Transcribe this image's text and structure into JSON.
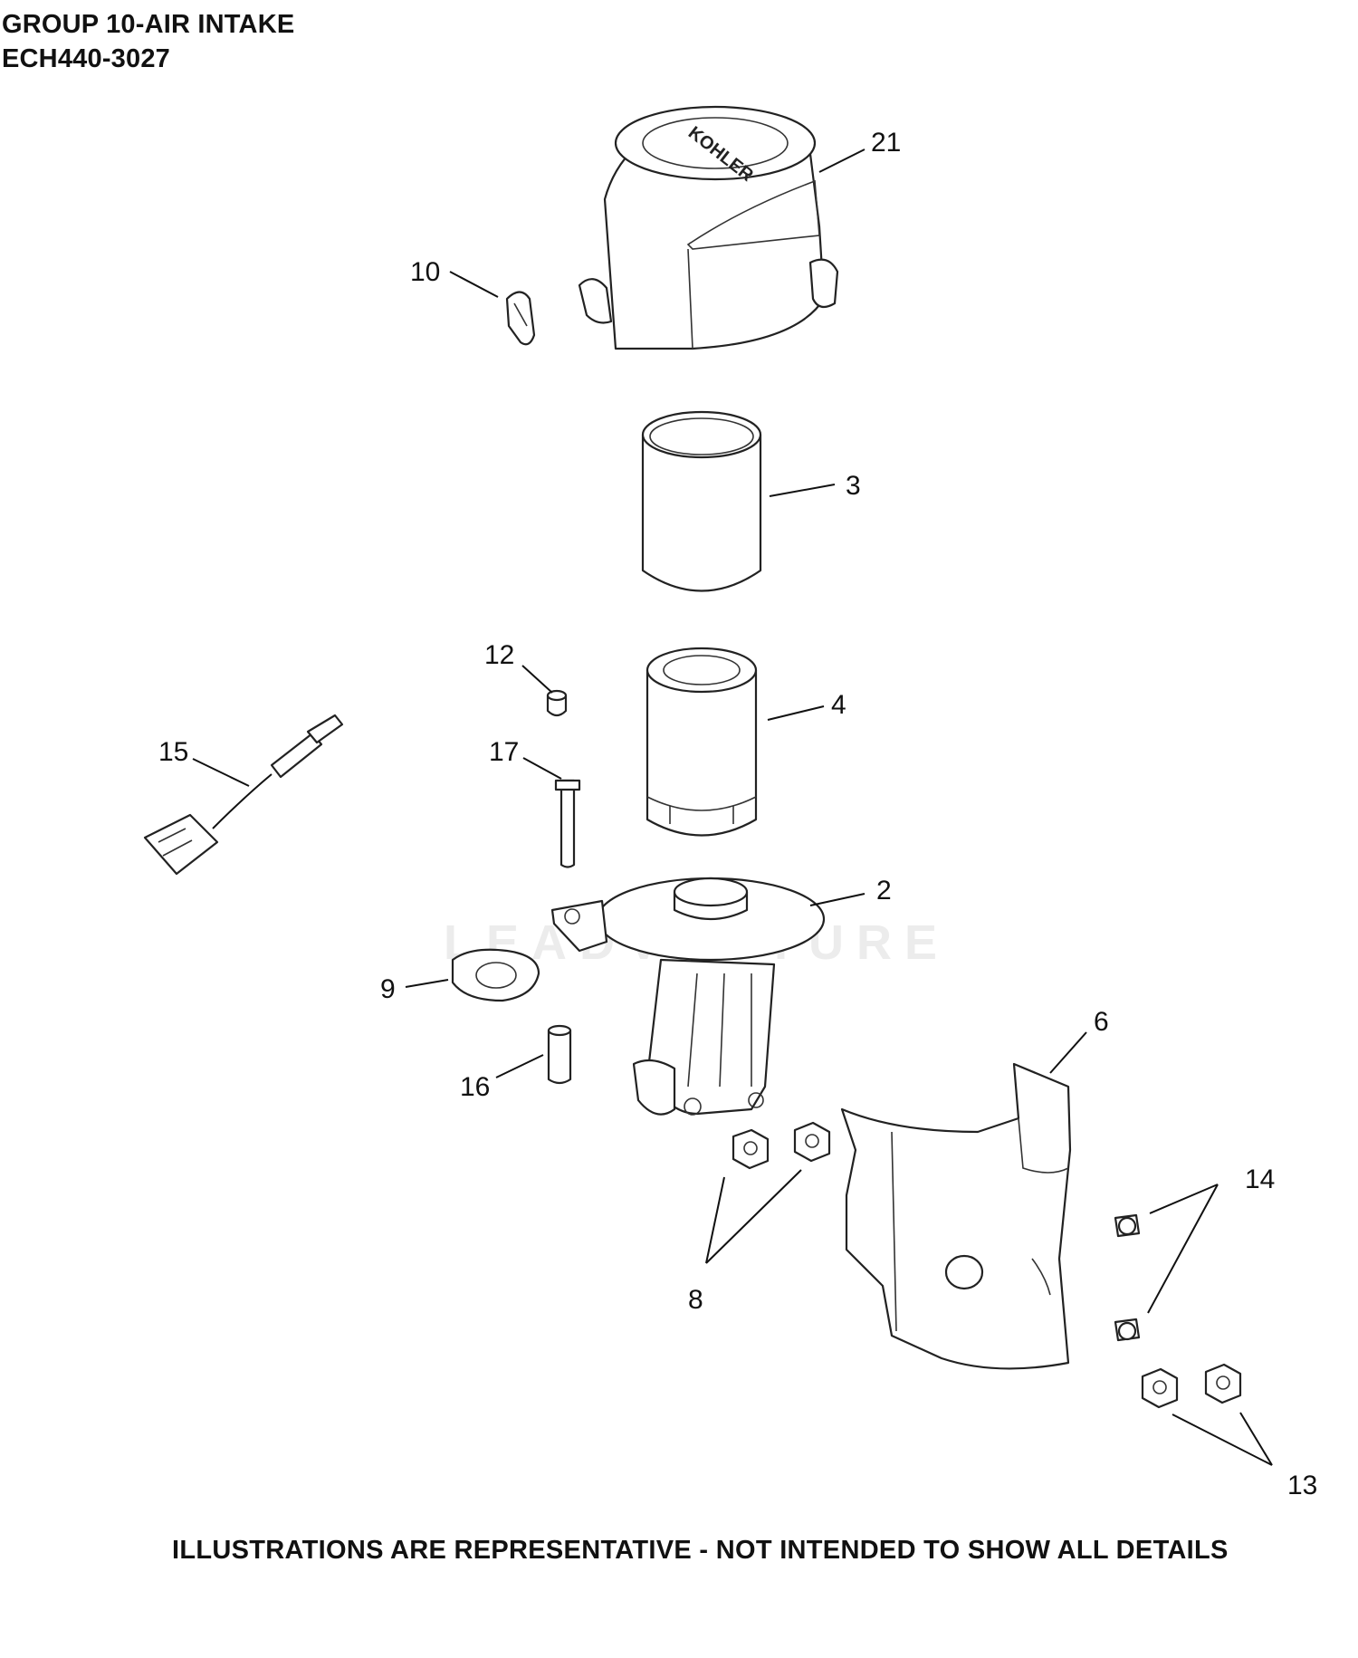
{
  "header": {
    "title": "GROUP 10-AIR INTAKE",
    "model": "ECH440-3027"
  },
  "footer": {
    "disclaimer": "ILLUSTRATIONS ARE REPRESENTATIVE - NOT INTENDED TO SHOW ALL DETAILS"
  },
  "watermark": {
    "text": "LEADVENTURE"
  },
  "cover_logo": {
    "text": "KOHLER"
  },
  "callouts": {
    "p21": "21",
    "p10": "10",
    "p3": "3",
    "p12": "12",
    "p4": "4",
    "p15": "15",
    "p17": "17",
    "p2": "2",
    "p9": "9",
    "p6": "6",
    "p16": "16",
    "p14": "14",
    "p8": "8",
    "p13": "13"
  }
}
